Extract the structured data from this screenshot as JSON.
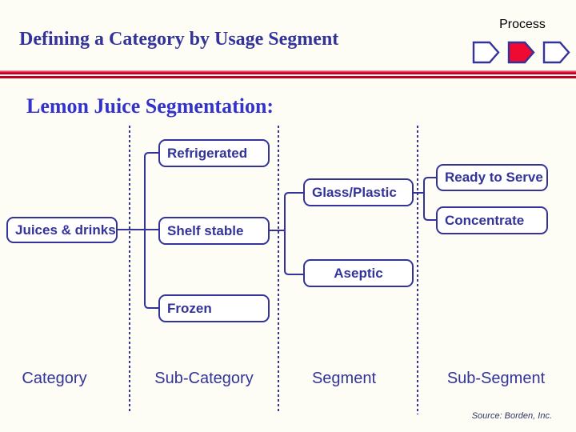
{
  "slide": {
    "title": "Defining a Category by Usage Segment",
    "process": {
      "label": "Process",
      "arrow_fills": [
        "#ffffff",
        "#ee0a33",
        "#ffffff"
      ]
    },
    "heading": "Lemon Juice Segmentation:",
    "source": "Source:  Borden, Inc."
  },
  "tree": {
    "category": "Juices & drinks",
    "sub_category": {
      "refrigerated": "Refrigerated",
      "shelf_stable": "Shelf stable",
      "frozen": "Frozen"
    },
    "segment": {
      "glass_plastic": "Glass/Plastic",
      "aseptic": "Aseptic"
    },
    "sub_segment": {
      "ready_to_serve": "Ready to Serve",
      "concentrate": "Concentrate"
    }
  },
  "columns": [
    "Category",
    "Sub-Category",
    "Segment",
    "Sub-Segment"
  ],
  "colors": {
    "navy": "#333399",
    "heading_blue": "#3333cc",
    "arrow_red": "#ee0a33",
    "rule_red": "#c00021"
  }
}
